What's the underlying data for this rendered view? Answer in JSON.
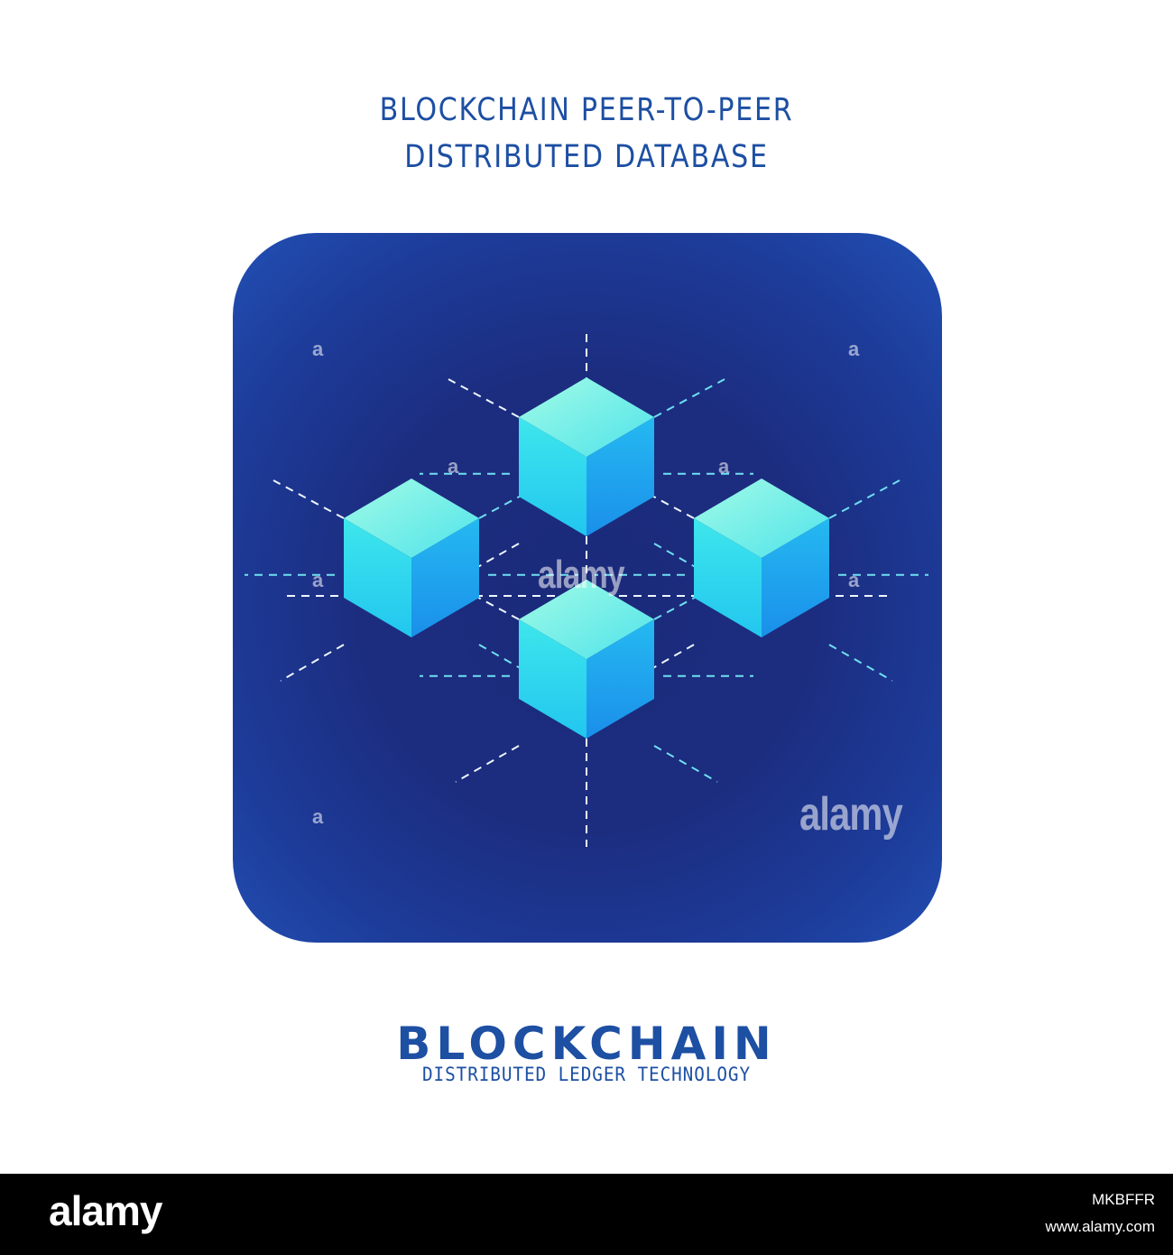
{
  "header": {
    "title_line1": "BLOCKCHAIN PEER-TO-PEER",
    "title_line2": "DISTRIBUTED DATABASE"
  },
  "icon": {
    "name": "blockchain-p2p-network-icon",
    "card_color": "#1c2d80",
    "cube_top_color": "#7ef0e6",
    "cube_left_color": "#29d6ee",
    "cube_right_color": "#1ea8ee"
  },
  "brand": {
    "name": "BLOCKCHAIN",
    "tagline": "DISTRIBUTED LEDGER TECHNOLOGY"
  },
  "watermark": {
    "center_text": "alamy",
    "corner_text": "alamy"
  },
  "footer": {
    "logo": "alamy",
    "image_id": "MKBFFR",
    "url": "www.alamy.com"
  }
}
